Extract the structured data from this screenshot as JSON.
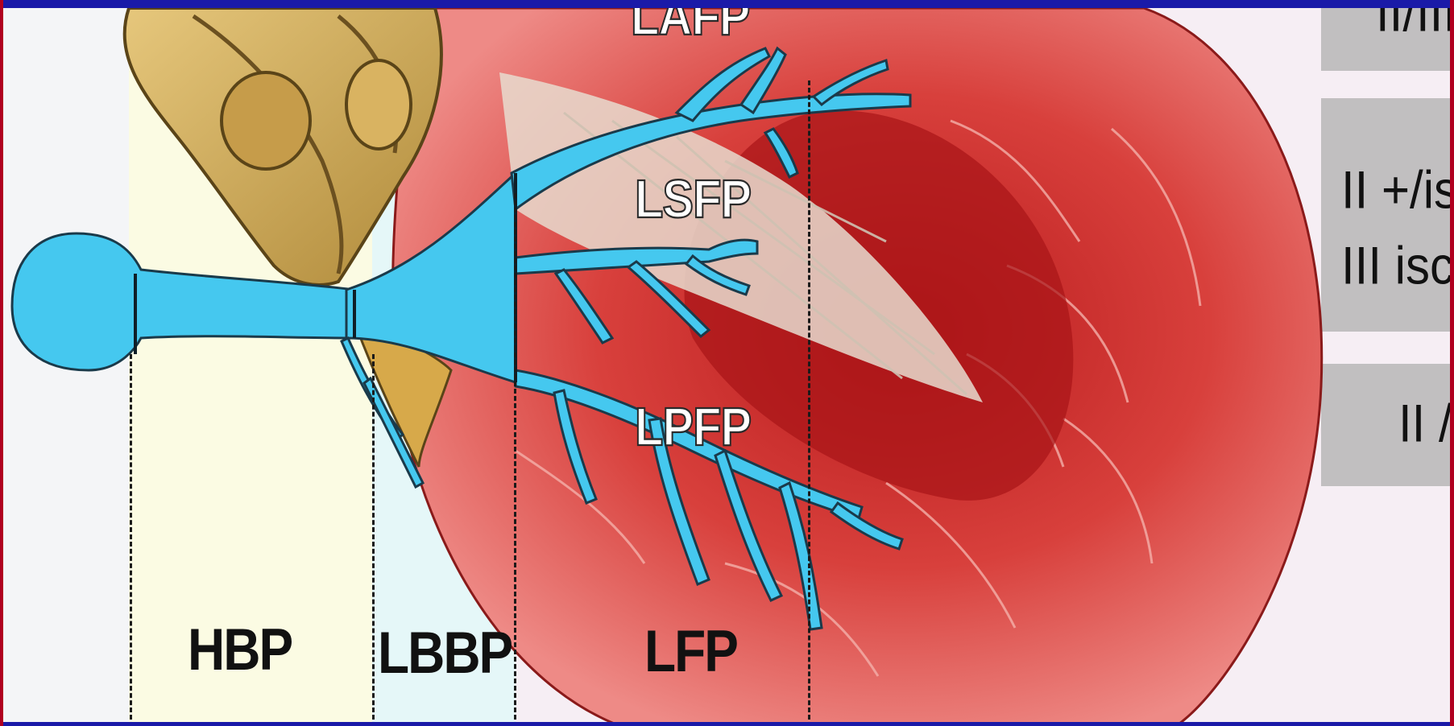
{
  "zones": {
    "hbp": "HBP",
    "lbbp": "LBBP",
    "lfp": "LFP"
  },
  "heart_labels": {
    "lafp": "LAFP",
    "lsfp": "LSFP",
    "lpfp": "LPFP"
  },
  "table": {
    "row1": "II/III",
    "row2a": "II +/is",
    "row2b": "III isc",
    "row3": "II /I"
  },
  "colors": {
    "conduction": "#45c8ef",
    "heart": "#d9423e",
    "valve": "#c9a24a",
    "hbp_zone": "#fbfbe3",
    "lbbp_zone": "#e5f7f8"
  }
}
